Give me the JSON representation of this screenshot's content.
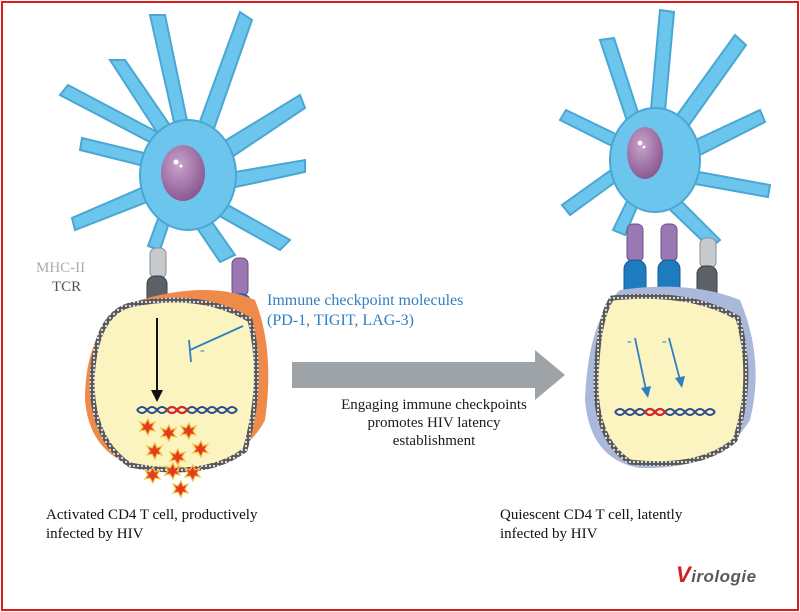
{
  "labels": {
    "mhc": "MHC-II",
    "tcr": "TCR",
    "checkpoint_line1": "Immune checkpoint molecules",
    "checkpoint_line2": "(PD-1, TIGIT, LAG-3)",
    "middle_line1": "Engaging immune checkpoints",
    "middle_line2": "promotes HIV latency",
    "middle_line3": "establishment",
    "left_caption_line1": "Activated CD4 T cell, productively",
    "left_caption_line2": "infected by HIV",
    "right_caption_line1": "Quiescent CD4 T cell, latently",
    "right_caption_line2": "infected by HIV",
    "inhibit_sign": "-",
    "logo_initial": "V",
    "logo_rest": "irologie"
  },
  "colors": {
    "frame": "#e0191b",
    "dendritic_cell": "#6cc5ec",
    "nucleus": "#9f6aa3",
    "tcell_interior": "#fbf4c0",
    "active_membrane": "#f08a4b",
    "quiescent_membrane": "#aab8dc",
    "checkpoint_blue": "#1f7bc0",
    "mhc_purple": "#9a78b4",
    "tcr_grey": "#5b6166",
    "dna_blue": "#2a4b8c",
    "dna_red": "#d8262a",
    "virion": "#e23b1f",
    "arrow_grey": "#9ea3a8"
  },
  "icons": [
    "dendritic-cell-icon",
    "t-cell-icon",
    "dna-icon",
    "virion-icon",
    "arrow-icon"
  ]
}
